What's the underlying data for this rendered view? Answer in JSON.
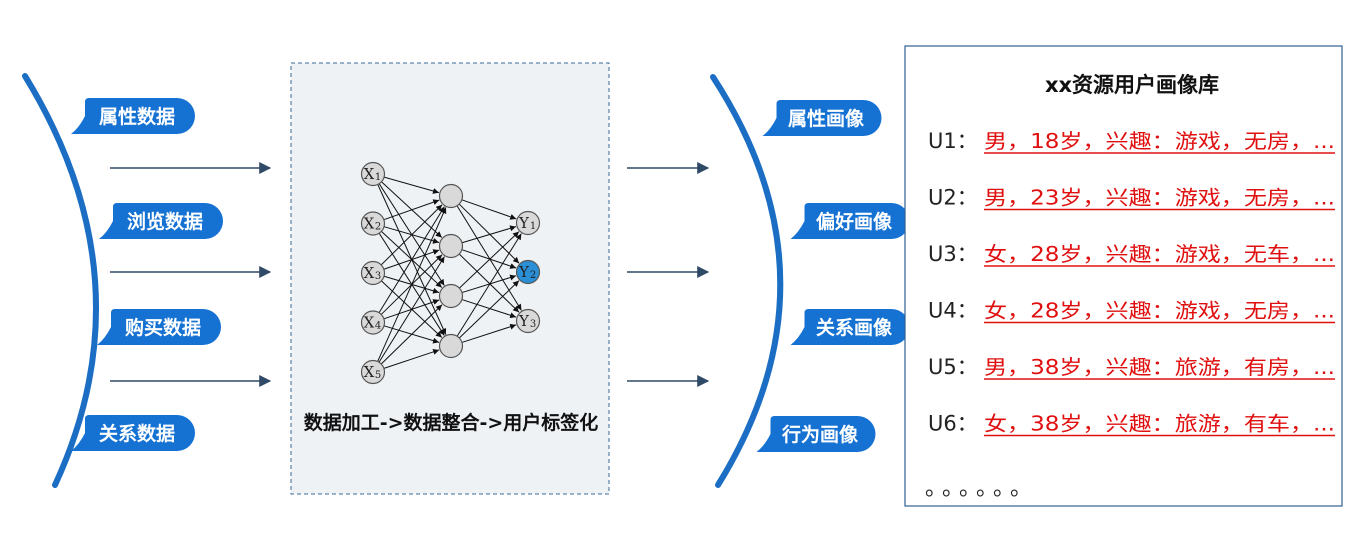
{
  "input_tags": [
    "属性数据",
    "浏览数据",
    "购买数据",
    "关系数据"
  ],
  "profile_tags": [
    "属性画像",
    "偏好画像",
    "关系画像",
    "行为画像"
  ],
  "network": {
    "inputs": [
      {
        "main": "X",
        "sub": "1"
      },
      {
        "main": "X",
        "sub": "2"
      },
      {
        "main": "X",
        "sub": "3"
      },
      {
        "main": "X",
        "sub": "4"
      },
      {
        "main": "X",
        "sub": "5"
      }
    ],
    "hidden_count": 4,
    "outputs": [
      {
        "main": "Y",
        "sub": "1"
      },
      {
        "main": "Y",
        "sub": "2"
      },
      {
        "main": "Y",
        "sub": "3"
      }
    ],
    "highlighted_output": 1,
    "caption": "数据加工->数据整合->用户标签化"
  },
  "library": {
    "title": "xx资源用户画像库",
    "users": [
      {
        "label": "U1：",
        "desc": "男，18岁，兴趣：游戏，无房，..."
      },
      {
        "label": "U2：",
        "desc": "男，23岁，兴趣：游戏，无房，..."
      },
      {
        "label": "U3：",
        "desc": "女，28岁，兴趣：游戏，无车，..."
      },
      {
        "label": "U4：",
        "desc": "女，28岁，兴趣：游戏，无房，..."
      },
      {
        "label": "U5：",
        "desc": "男，38岁，兴趣：旅游，有房，..."
      },
      {
        "label": "U6：",
        "desc": "女，38岁，兴趣：旅游，有车，..."
      }
    ],
    "more": "。。。。。。"
  },
  "colors": {
    "tag_blue": "#1572d3",
    "arc_blue": "#1c6ec4",
    "arrow": "#2f4a66",
    "highlight_node": "#2a8fd6",
    "node_fill": "#d9d9d9",
    "link_red": "#e01010",
    "panel_fill": "#eef2f5"
  }
}
